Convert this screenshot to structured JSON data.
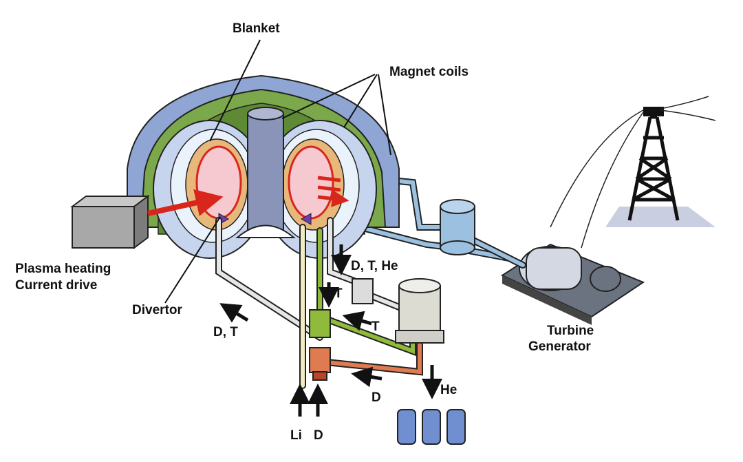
{
  "labels": {
    "blanket": "Blanket",
    "magnet_coils": "Magnet coils",
    "plasma_heating": "Plasma heating",
    "current_drive": "Current drive",
    "divertor": "Divertor",
    "d_t_return": "D, T",
    "d_t_he": "D, T, He",
    "t_down": "T",
    "t_left": "T",
    "turbine": "Turbine",
    "generator": "Generator",
    "he": "He",
    "d_feed": "D",
    "li_input": "Li",
    "d_input": "D"
  },
  "colors": {
    "magnet_green": "#7aa84a",
    "magnet_blue": "#8fa6d4",
    "plasma": "#f6c8cf",
    "blanket": "#e8b77a",
    "pipe_blue": "#9cc0e0",
    "pipe_green": "#8fba3c",
    "pipe_orange": "#e07a50"
  }
}
